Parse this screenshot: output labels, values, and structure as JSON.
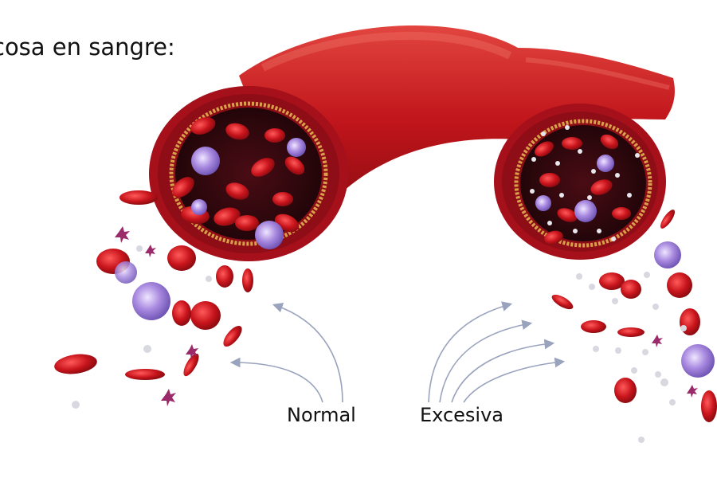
{
  "heading": "cosa en sangre:",
  "labels": {
    "normal": "Normal",
    "excess": "Excesiva"
  },
  "colors": {
    "vessel_wall": "#c0151b",
    "vessel_highlight": "#e2453f",
    "lumen": "#3a0a10",
    "membrane": "#d9a04a",
    "red_cell": "#c8141c",
    "white_cell": "#8f6fd0",
    "glucose_particle": "#e6e6ec",
    "arrow": "#9aa3bd"
  }
}
